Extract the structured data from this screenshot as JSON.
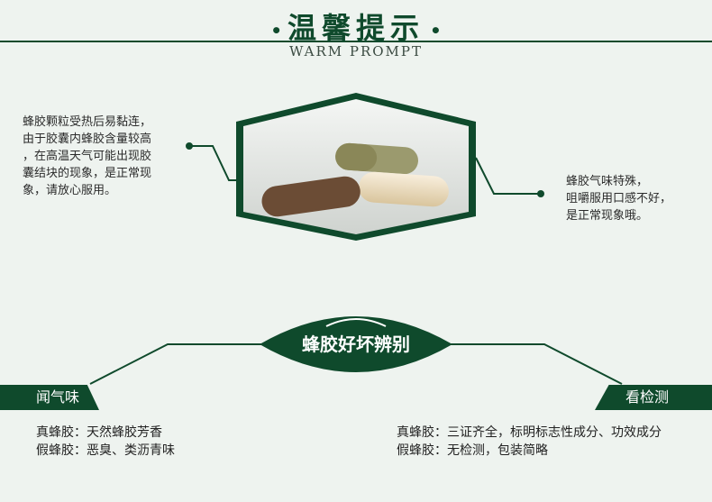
{
  "header": {
    "title": "温馨提示",
    "dot_left": "•",
    "dot_right": "•",
    "subtitle": "WARM PROMPT"
  },
  "notes": {
    "left": [
      "蜂胶颗粒受热后易黏连，",
      "由于胶囊内蜂胶含量较高",
      "，在高温天气可能出现胶",
      "囊结块的现象，是正常现",
      "象，请放心服用。"
    ],
    "right": [
      "蜂胶气味特殊，",
      "咀嚼服用口感不好，",
      "是正常现象哦。"
    ]
  },
  "section": {
    "badge": "蜂胶好坏辨别",
    "left_tab": "闻气味",
    "right_tab": "看检测",
    "left_lines": [
      "真蜂胶：天然蜂胶芳香",
      "假蜂胶：恶臭、类沥青味"
    ],
    "right_lines": [
      "真蜂胶：三证齐全，标明标志性成分、功效成分",
      "假蜂胶：无检测，包装简略"
    ]
  },
  "colors": {
    "primary": "#0f4a2c",
    "background": "#eef3ef"
  }
}
